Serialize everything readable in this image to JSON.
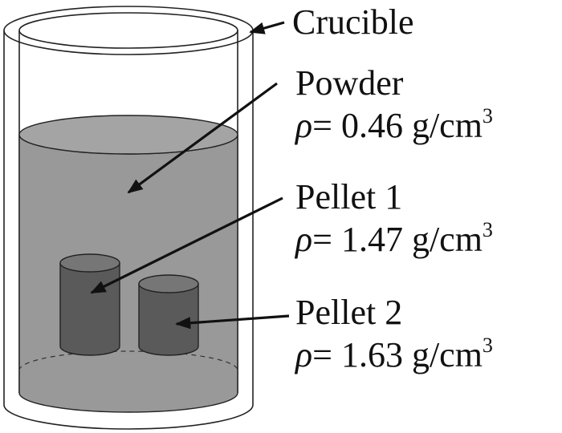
{
  "colors": {
    "crucible_outline": "#222222",
    "powder_fill": "#999999",
    "pellet_fill": "#5a5a5a",
    "pellet_top": "#7a7a7a",
    "arrow": "#111111",
    "text": "#111111"
  },
  "labels": {
    "crucible": "Crucible",
    "powder": {
      "name": "Powder",
      "density_symbol": "ρ",
      "density_value": "= 0.46 g/cm",
      "exponent": "3"
    },
    "pellet1": {
      "name": "Pellet 1",
      "density_symbol": "ρ",
      "density_value": "= 1.47 g/cm",
      "exponent": "3"
    },
    "pellet2": {
      "name": "Pellet 2",
      "density_symbol": "ρ",
      "density_value": "= 1.63 g/cm",
      "exponent": "3"
    }
  }
}
